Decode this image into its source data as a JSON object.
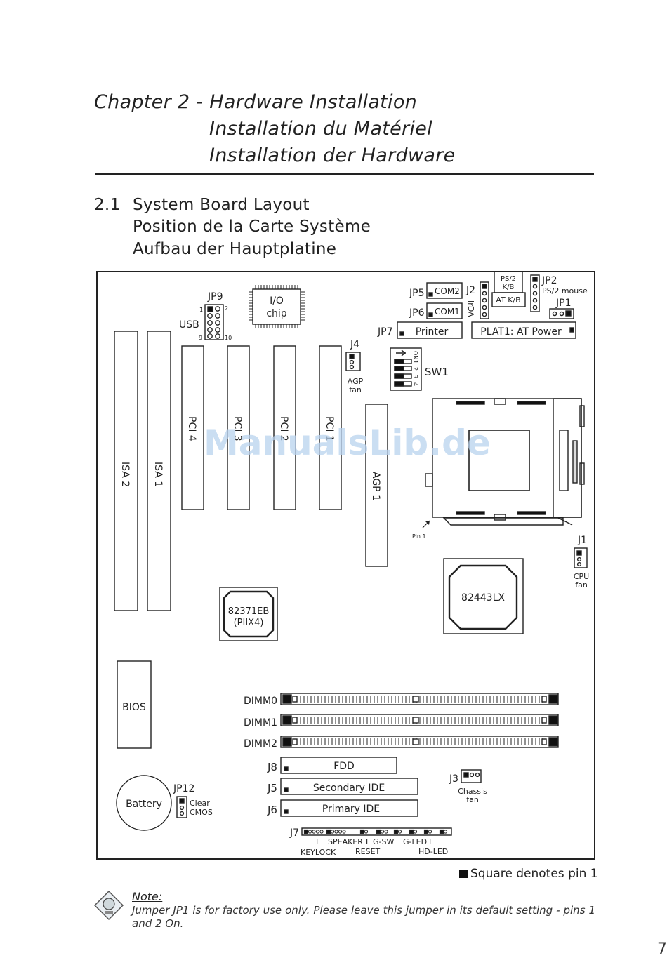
{
  "chapter": {
    "line1": "Chapter 2 - Hardware  Installation",
    "line2": "Installation  du  Matériel",
    "line3": "Installation  der  Hardware"
  },
  "section": {
    "number": "2.1",
    "title_en": "System Board Layout",
    "title_fr": "Position de la Carte Système",
    "title_de": "Aufbau der Hauptplatine"
  },
  "board": {
    "io_chip": [
      "I/O",
      "chip"
    ],
    "jp9": "JP9",
    "jp9_pins": [
      "1",
      "2",
      "9",
      "10"
    ],
    "usb": "USB",
    "jp5": "JP5",
    "com2": "COM2",
    "jp6": "JP6",
    "com1": "COM1",
    "j2": "J2",
    "irda": "IrDA",
    "ps2_kb": [
      "PS/2",
      "K/B"
    ],
    "at_kb": "AT K/B",
    "jp2": "JP2",
    "ps2_mouse": "PS/2 mouse",
    "jp1": "JP1",
    "jp7": "JP7",
    "printer": "Printer",
    "plat1": "PLAT1: AT Power",
    "j4": "J4",
    "agp_fan": [
      "AGP",
      "fan"
    ],
    "sw1": "SW1",
    "sw1_labels": [
      "ON",
      "1",
      "2",
      "3",
      "4"
    ],
    "isa2": "ISA 2",
    "isa1": "ISA 1",
    "pci4": "PCI 4",
    "pci3": "PCI 3",
    "pci2": "PCI 2",
    "pci1": "PCI 1",
    "agp1": "AGP 1",
    "pin1": "Pin 1",
    "j1": "J1",
    "cpu_fan": [
      "CPU",
      "fan"
    ],
    "nb": "82443LX",
    "sb": [
      "82371EB",
      "(PIIX4)"
    ],
    "bios": "BIOS",
    "dimm0": "DIMM0",
    "dimm1": "DIMM1",
    "dimm2": "DIMM2",
    "j8": "J8",
    "fdd": "FDD",
    "j5": "J5",
    "sec_ide": "Secondary IDE",
    "j6": "J6",
    "pri_ide": "Primary IDE",
    "j3": "J3",
    "chassis_fan": [
      "Chassis",
      "fan"
    ],
    "battery": "Battery",
    "jp12": "JP12",
    "clear_cmos": [
      "Clear",
      "CMOS"
    ],
    "j7": "J7",
    "j7_top": [
      "I",
      "SPEAKER",
      "I",
      "G-SW",
      "G-LED",
      "I"
    ],
    "j7_bottom": [
      "KEYLOCK",
      "RESET",
      "HD-LED"
    ]
  },
  "legend": "Square denotes pin 1",
  "note": {
    "heading": "Note:",
    "text": "Jumper JP1 is for factory use only. Please leave this jumper in its default setting - pins 1 and 2 On."
  },
  "page_number": "7",
  "watermark": "ManualsLib.de"
}
